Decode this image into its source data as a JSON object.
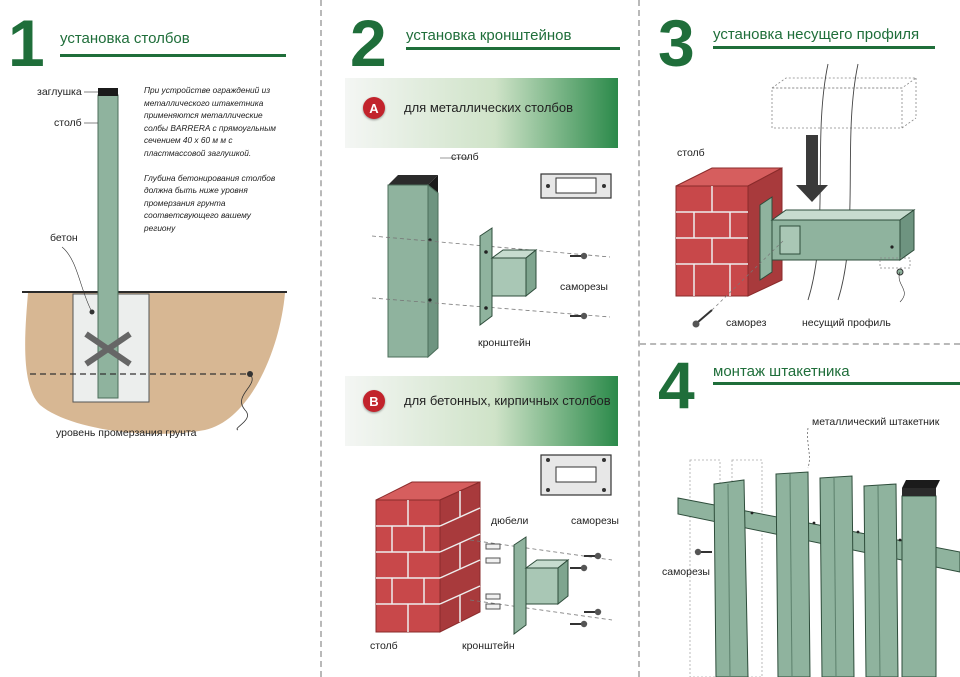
{
  "sections": {
    "s1": {
      "number": "1",
      "title": "установка столбов"
    },
    "s2": {
      "number": "2",
      "title": "установка кронштейнов"
    },
    "s3": {
      "number": "3",
      "title": "установка несущего профиля"
    },
    "s4": {
      "number": "4",
      "title": "монтаж штакетника"
    }
  },
  "s1_labels": {
    "cap": "заглушка",
    "post": "столб",
    "concrete": "бетон",
    "frost": "уровень промерзания грунта"
  },
  "s1_note": {
    "p1": "При устройстве ограждений из металлического штакетника применяются металлические солбы BARRERA с прямоугльным сечением 40 х 60 м м с пластмассовой заглушкой.",
    "p2": "Глубина бетонирования столбов должна быть ниже уровня промерзания грунта соответсвующего вашему региону"
  },
  "s2_a": {
    "badge": "A",
    "title": "для металлических столбов",
    "post": "столб",
    "screws": "саморезы",
    "bracket": "кронштейн"
  },
  "s2_b": {
    "badge": "B",
    "title": "для бетонных, кирпичных столбов",
    "dowels": "дюбели",
    "screws": "саморезы",
    "post": "столб",
    "bracket": "кронштейн"
  },
  "s3_labels": {
    "post": "столб",
    "screw": "саморез",
    "profile": "несущий профиль"
  },
  "s4_labels": {
    "picket": "металлический штакетник",
    "screws": "саморезы"
  },
  "colors": {
    "brand_green": "#1f6e3a",
    "post_green": "#7fa58f",
    "brick_red": "#c8484a",
    "soil": "#d7b793",
    "badge_red": "#c2232c"
  }
}
